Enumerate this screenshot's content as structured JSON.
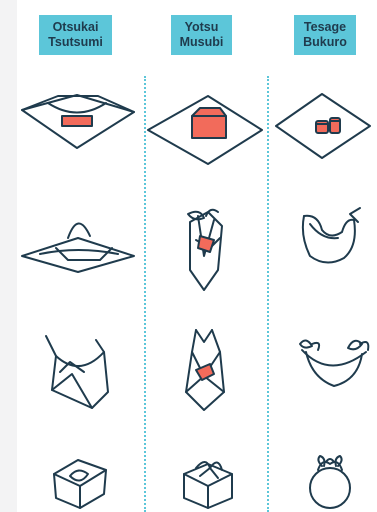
{
  "columns": [
    {
      "id": "otsukai",
      "line1": "Otsukai",
      "line2": "Tsutsumi"
    },
    {
      "id": "yotsu",
      "line1": "Yotsu",
      "line2": "Musubi"
    },
    {
      "id": "tesage",
      "line1": "Tesage",
      "line2": "Bukuro"
    }
  ],
  "colors": {
    "accent": "#5cc6d9",
    "ink": "#1f3b4d",
    "highlight": "#f26b5b",
    "background": "#ffffff"
  }
}
